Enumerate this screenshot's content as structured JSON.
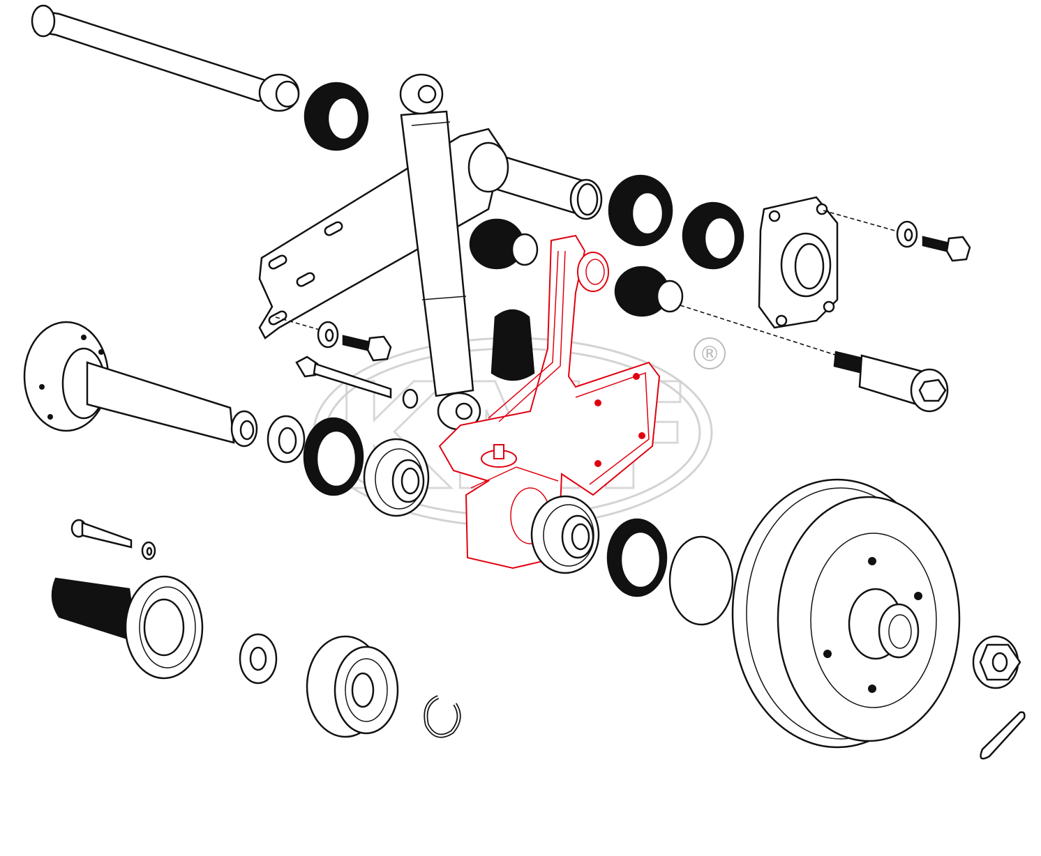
{
  "diagram": {
    "watermark": {
      "text": "KMF",
      "registered": "®"
    },
    "highlighted_part": "trailing-arm",
    "parts": [
      "axle-shaft",
      "axle-nut",
      "shock-absorber",
      "mounting-plate",
      "pivot-tube",
      "bushing",
      "seal",
      "flange-cover",
      "washer",
      "bolt",
      "bump-stop",
      "stub-axle",
      "spacer",
      "bearing",
      "trailing-arm",
      "o-ring",
      "brake-drum",
      "castle-nut",
      "cotter-pin",
      "cv-boot",
      "cv-joint",
      "circlip",
      "pivot-bolt"
    ]
  },
  "colors": {
    "line": "#111111",
    "highlight": "#e0000f",
    "watermark": "#c8c8c8",
    "background": "#ffffff"
  }
}
